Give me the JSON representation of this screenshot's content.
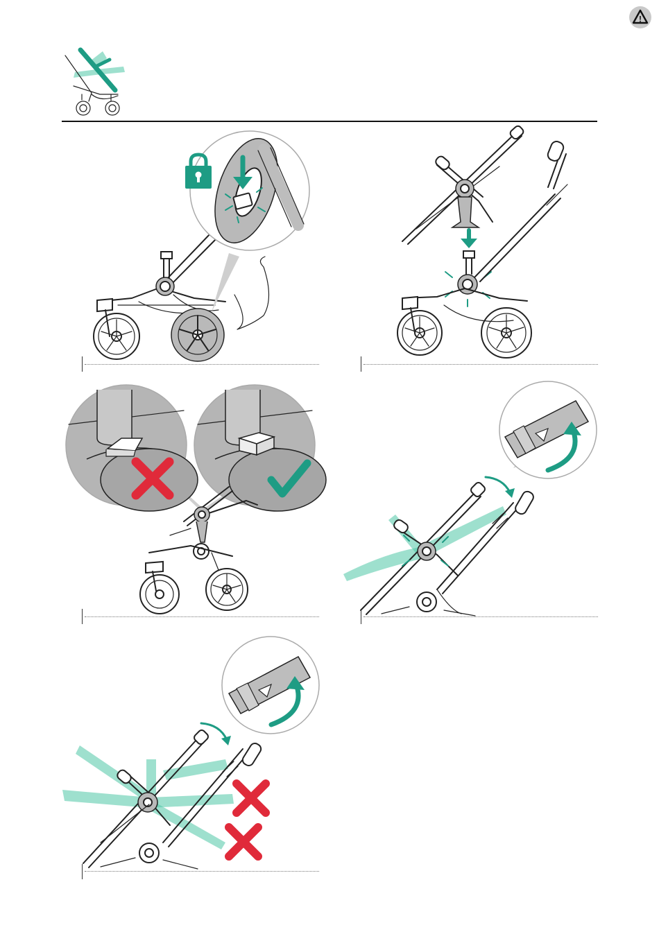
{
  "colors": {
    "teal": "#1e9c84",
    "teal_light": "#8fd8c4",
    "red": "#e02a3a",
    "dark": "#222222",
    "gray": "#b9b9b9"
  },
  "icons": {
    "warning": "warning-triangle-icon",
    "section": "stroller-recline-icon",
    "lock": "padlock-icon",
    "wrong": "red-cross-icon",
    "right": "green-check-icon"
  },
  "header": {
    "warning_glyph": "!"
  },
  "steps": [
    {
      "id": "step-1",
      "description_icons": [
        "padlock-icon",
        "arrow-down-icon"
      ]
    },
    {
      "id": "step-2",
      "description_icons": [
        "arrow-down-icon"
      ]
    },
    {
      "id": "step-3",
      "description_icons": [
        "red-cross-icon",
        "green-check-icon"
      ]
    },
    {
      "id": "step-4",
      "description_icons": [
        "curved-arrow-icon"
      ]
    },
    {
      "id": "step-5",
      "description_icons": [
        "curved-arrow-icon",
        "red-cross-icon"
      ]
    }
  ]
}
